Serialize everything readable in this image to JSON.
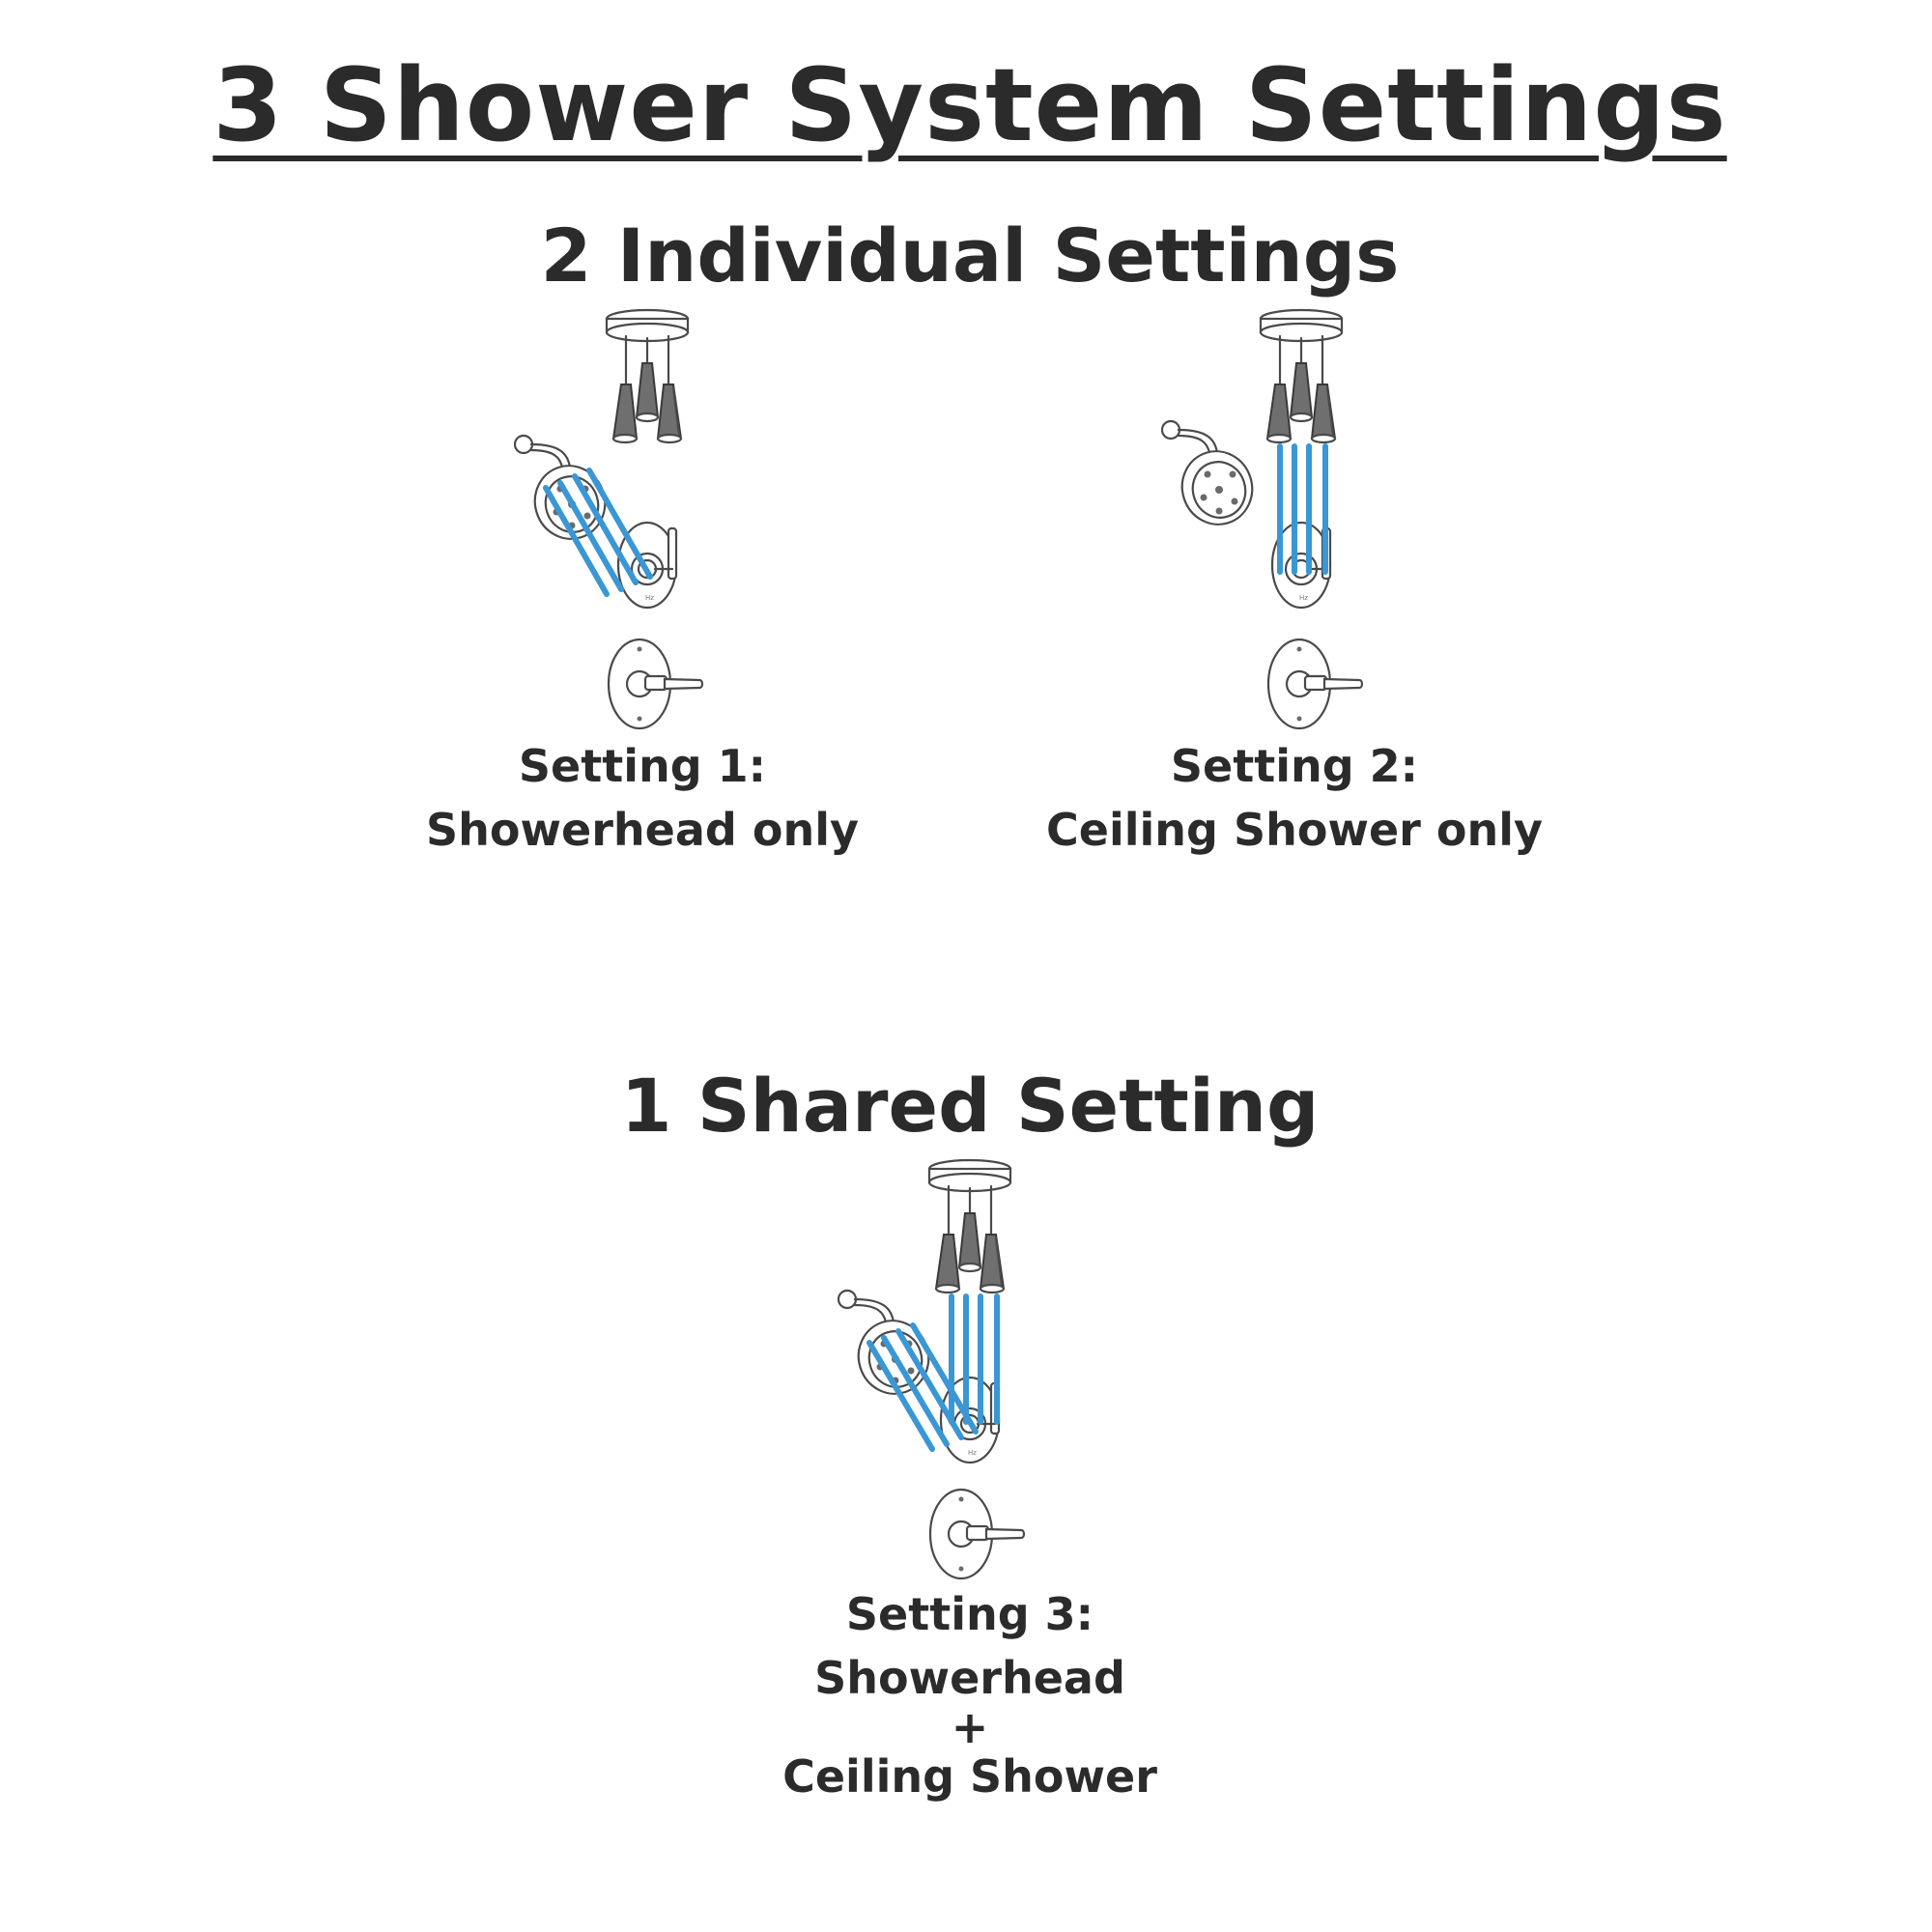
{
  "title": "3 Shower System Settings",
  "sections": {
    "individual": {
      "title": "2 Individual Settings",
      "settings": [
        {
          "label": "Setting 1:",
          "description": "Showerhead only"
        },
        {
          "label": "Setting 2:",
          "description": "Ceiling Shower only"
        }
      ]
    },
    "shared": {
      "title": "1 Shared Setting",
      "settings": [
        {
          "label": "Setting 3:",
          "line1": "Showerhead",
          "plus": "+",
          "line2": "Ceiling Shower"
        }
      ]
    }
  },
  "colors": {
    "water": "#3a97d4",
    "text": "#2b2b2b",
    "drawing": "#4a4a4a"
  },
  "icons": [
    "ceiling-shower-icon",
    "showerhead-icon",
    "diverter-valve-icon",
    "valve-trim-icon",
    "water-spray-icon"
  ]
}
